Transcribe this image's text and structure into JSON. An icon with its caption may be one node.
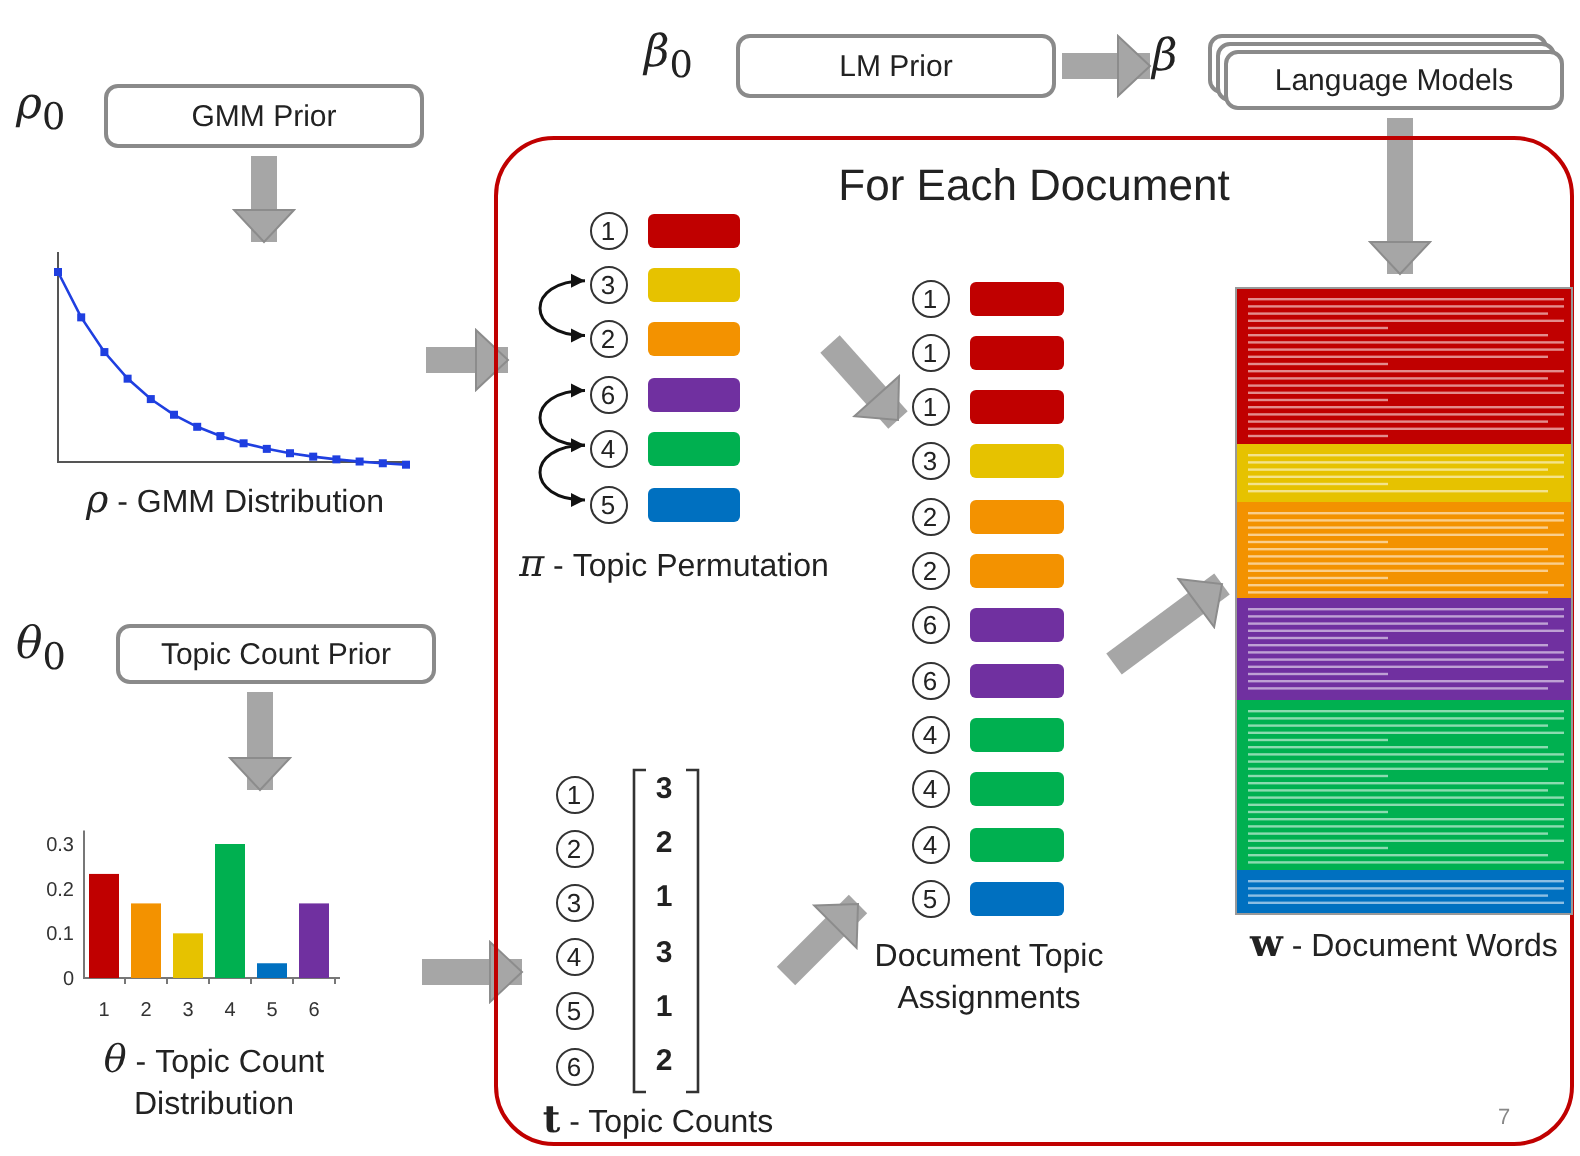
{
  "diagram": {
    "nodes": [
      {
        "text": [
          "GMM Prior"
        ],
        "beside": [
          "*ρ*$_{0}$"
        ]
      },
      {
        "text": [
          "*ρ* - GMM Distribution"
        ]
      },
      {
        "text": [
          "LM Prior"
        ],
        "beside": [
          "*β*$_{0}$"
        ]
      },
      {
        "text": [
          "Language Models"
        ],
        "beside": [
          "*β*"
        ]
      },
      {
        "text": [
          "For Each Document"
        ]
      },
      {
        "text": [
          "*π* - Topic Permutation"
        ],
        "in": 4
      },
      {
        "text": [
          "1"
        ],
        "in": 5
      },
      {
        "text": [
          "3"
        ],
        "in": 5
      },
      {
        "text": [
          "2"
        ],
        "in": 5
      },
      {
        "text": [
          "6"
        ],
        "in": 5
      },
      {
        "text": [
          "4"
        ],
        "in": 5
      },
      {
        "text": [
          "5"
        ],
        "in": 5
      },
      {
        "text": [
          "Topic Count Prior"
        ],
        "beside": [
          "*θ*$_{0}$"
        ]
      },
      {
        "text": [
          "*θ* - Topic Count Distribution"
        ]
      },
      {
        "text": [
          "**t** - Topic Counts"
        ],
        "in": 4
      },
      {
        "text": [
          "1"
        ],
        "in": 14
      },
      {
        "text": [
          "2"
        ],
        "in": 14
      },
      {
        "text": [
          "3"
        ],
        "in": 14
      },
      {
        "text": [
          "4"
        ],
        "in": 14
      },
      {
        "text": [
          "5"
        ],
        "in": 14
      },
      {
        "text": [
          "6"
        ],
        "in": 14
      },
      {
        "text": [
          "Document Topic Assignments"
        ],
        "in": 4
      },
      {
        "text": [
          "1"
        ],
        "in": 21
      },
      {
        "text": [
          "1"
        ],
        "in": 21
      },
      {
        "text": [
          "1"
        ],
        "in": 21
      },
      {
        "text": [
          "3"
        ],
        "in": 21
      },
      {
        "text": [
          "2"
        ],
        "in": 21
      },
      {
        "text": [
          "2"
        ],
        "in": 21
      },
      {
        "text": [
          "6"
        ],
        "in": 21
      },
      {
        "text": [
          "6"
        ],
        "in": 21
      },
      {
        "text": [
          "4"
        ],
        "in": 21
      },
      {
        "text": [
          "4"
        ],
        "in": 21
      },
      {
        "text": [
          "4"
        ],
        "in": 21
      },
      {
        "text": [
          "5"
        ],
        "in": 21
      },
      {
        "text": [
          "**w** - Document Words"
        ],
        "in": 4
      }
    ],
    "edges": [
      {
        "from": 0,
        "to": 1,
        "arrow": "to"
      },
      {
        "from": 1,
        "to": 5,
        "arrow": "to"
      },
      {
        "from": 2,
        "to": 3,
        "arrow": "to"
      },
      {
        "from": 3,
        "to": 34,
        "arrow": "to"
      },
      {
        "from": 12,
        "to": 13,
        "arrow": "to"
      },
      {
        "from": 13,
        "to": 14,
        "arrow": "to"
      },
      {
        "from": 5,
        "to": 21,
        "arrow": "to"
      },
      {
        "from": 14,
        "to": 21,
        "arrow": "to"
      },
      {
        "from": 21,
        "to": 34,
        "arrow": "to"
      },
      {
        "from": 7,
        "to": 8,
        "arrow": "both",
        "color": "#111111"
      },
      {
        "from": 9,
        "to": 10,
        "arrow": "both",
        "color": "#111111"
      },
      {
        "from": 10,
        "to": 11,
        "arrow": "to",
        "color": "#111111"
      }
    ],
    "labels": [
      "3",
      "2",
      "1",
      "3",
      "1",
      "2",
      "7"
    ],
    "chart_data": {
      "type": "bar",
      "categories": [
        "1",
        "2",
        "3",
        "4",
        "5",
        "6"
      ],
      "series": [
        {
          "values": [
            0.233,
            0.167,
            0.1,
            0.3,
            0.033,
            0.167
          ]
        }
      ],
      "ylim": [
        0,
        0.33
      ],
      "yticks": [
        0,
        0.1,
        0.2,
        0.3
      ]
    }
  }
}
